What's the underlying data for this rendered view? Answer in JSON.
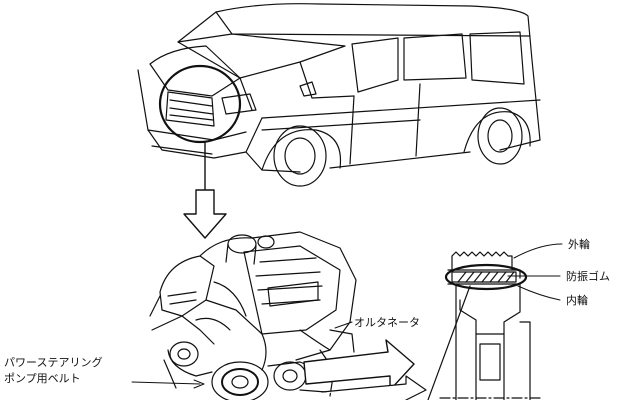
{
  "labels": {
    "outer_ring": "外輪",
    "rubber_damper": "防振ゴム",
    "inner_ring": "内輪",
    "alternator": "オルタネータ",
    "ps_belt_line1": "パワーステアリング",
    "ps_belt_line2": "ポンプ用ベルト"
  }
}
